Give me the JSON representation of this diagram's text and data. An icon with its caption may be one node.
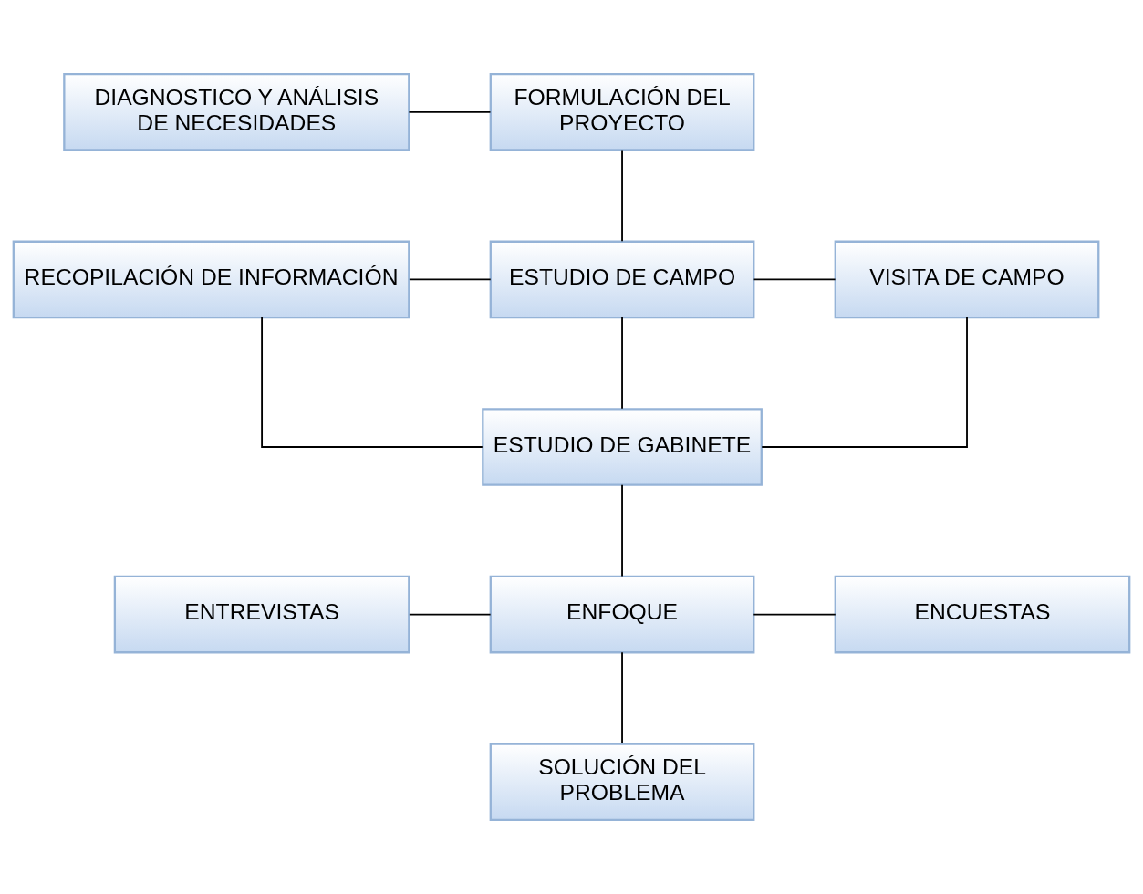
{
  "diagram": {
    "nodes": [
      {
        "text": [
          "DIAGNOSTICO Y ANÁLISIS DE NECESIDADES"
        ]
      },
      {
        "text": [
          "FORMULACIÓN DEL PROYECTO"
        ]
      },
      {
        "text": [
          "RECOPILACIÓN DE INFORMACIÓN"
        ]
      },
      {
        "text": [
          "ESTUDIO DE CAMPO"
        ]
      },
      {
        "text": [
          "VISITA DE CAMPO"
        ]
      },
      {
        "text": [
          "ESTUDIO DE GABINETE"
        ]
      },
      {
        "text": [
          "ENTREVISTAS"
        ]
      },
      {
        "text": [
          "ENFOQUE"
        ]
      },
      {
        "text": [
          "ENCUESTAS"
        ]
      },
      {
        "text": [
          "SOLUCIÓN DEL PROBLEMA"
        ]
      }
    ],
    "edges": [
      {
        "from": 0,
        "to": 1,
        "arrow": "none"
      },
      {
        "from": 1,
        "to": 3,
        "arrow": "none"
      },
      {
        "from": 2,
        "to": 3,
        "arrow": "none"
      },
      {
        "from": 3,
        "to": 4,
        "arrow": "none"
      },
      {
        "from": 2,
        "to": 5,
        "arrow": "none"
      },
      {
        "from": 3,
        "to": 5,
        "arrow": "none"
      },
      {
        "from": 4,
        "to": 5,
        "arrow": "none"
      },
      {
        "from": 5,
        "to": 7,
        "arrow": "none"
      },
      {
        "from": 6,
        "to": 7,
        "arrow": "none"
      },
      {
        "from": 7,
        "to": 8,
        "arrow": "none"
      },
      {
        "from": 7,
        "to": 9,
        "arrow": "none"
      }
    ]
  }
}
